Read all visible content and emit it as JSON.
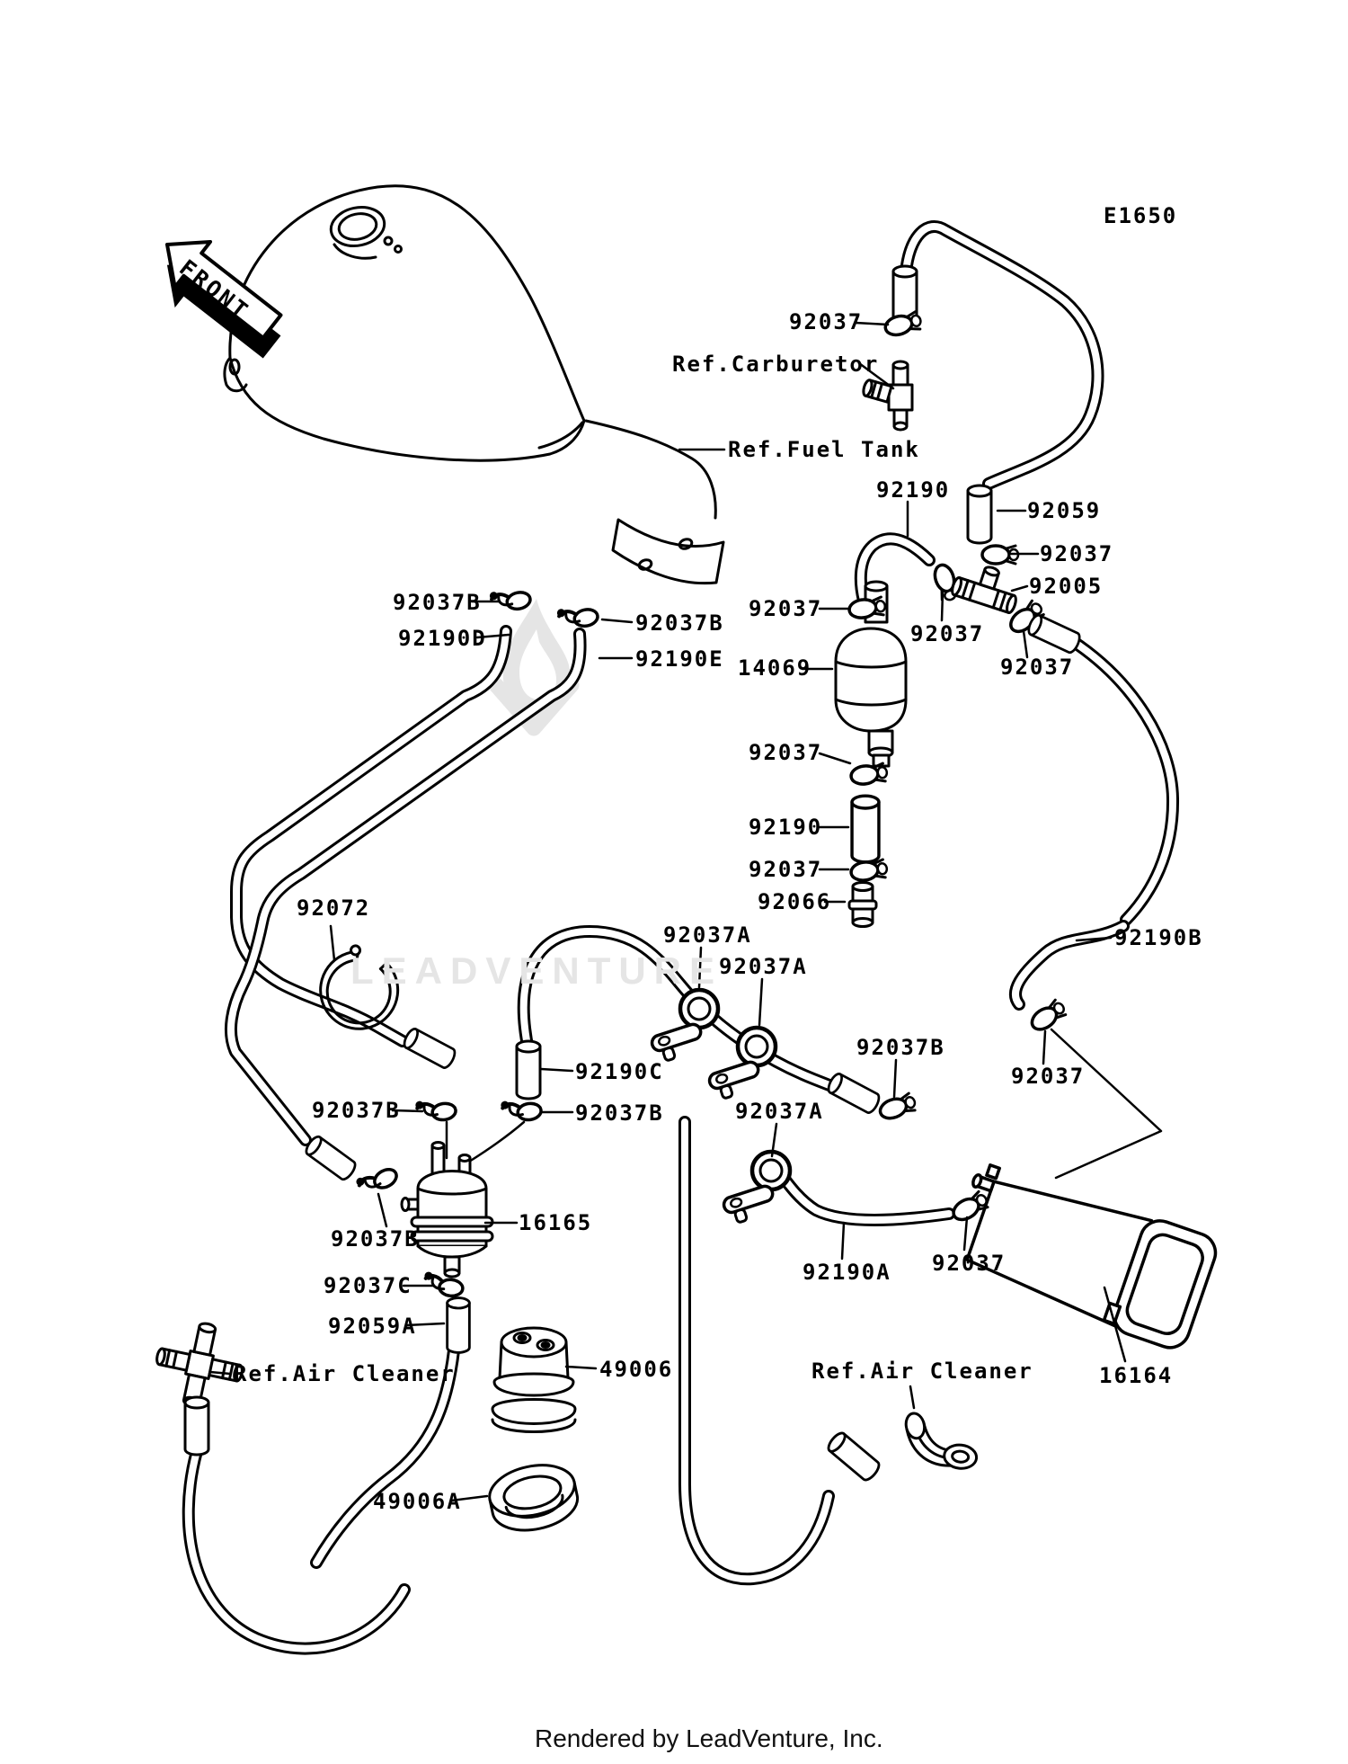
{
  "diagram": {
    "code": "E1650",
    "front": "FRONT",
    "watermark_brand": "LEADVENTURE",
    "footer": "Rendered by LeadVenture, Inc.",
    "callouts": {
      "c92037_carb": "92037",
      "ref_carburetor": "Ref.Carburetor",
      "ref_fuel_tank": "Ref.Fuel Tank",
      "c92190_top": "92190",
      "c92059": "92059",
      "c92037_r1": "92037",
      "c92005": "92005",
      "c92037_tee_a": "92037",
      "c92037_tee_b": "92037",
      "c92037b_tank_l": "92037B",
      "c92190d": "92190D",
      "c92037b_tank_r": "92037B",
      "c92190e": "92190E",
      "c92037_filter_top": "92037",
      "c14069": "14069",
      "c92037_filter_bot": "92037",
      "c92190_mid": "92190",
      "c92037_mid": "92037",
      "c92066": "92066",
      "c92072": "92072",
      "c92037a_1": "92037A",
      "c92037a_2": "92037A",
      "c92190b": "92190B",
      "c92190c": "92190C",
      "c92037_zhose": "92037",
      "c92037b_mid": "92037B",
      "c92037b_pump_l": "92037B",
      "c92037b_pump_r": "92037B",
      "c92037a_3": "92037A",
      "c16165": "16165",
      "c92037b_pump_side": "92037B",
      "c92037c": "92037C",
      "c92059a": "92059A",
      "ref_air_cleaner_left": "Ref.Air Cleaner",
      "c49006": "49006",
      "c49006a": "49006A",
      "c92190a": "92190A",
      "c92037_canister": "92037",
      "ref_air_cleaner_right": "Ref.Air Cleaner",
      "c16164": "16164"
    }
  }
}
